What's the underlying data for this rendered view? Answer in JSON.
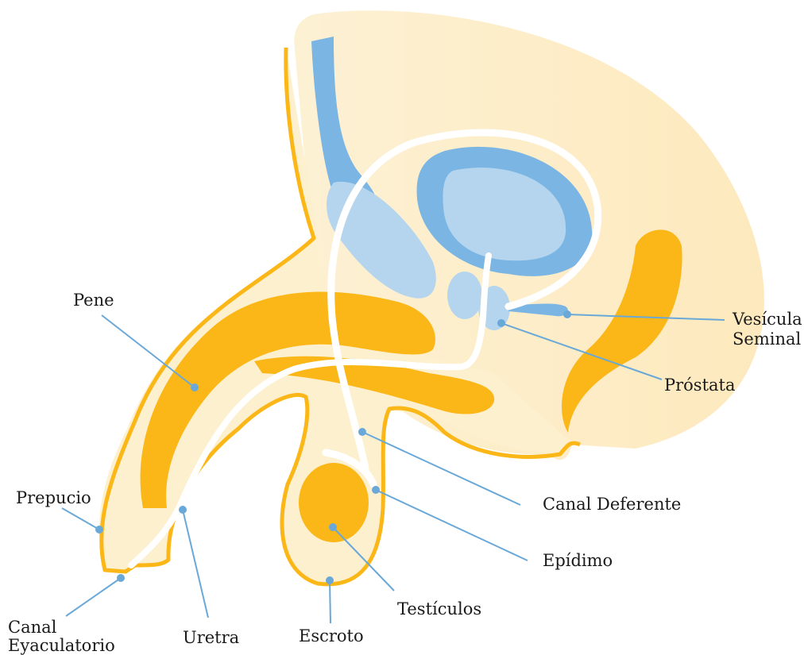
{
  "diagram": {
    "colors": {
      "skin_light": "#fdf1d4",
      "skin_fill": "#fde9bd",
      "outline": "#fbb717",
      "tissue": "#fbb717",
      "blue_dark": "#7ab5e3",
      "blue_light": "#b5d5ee",
      "duct": "#ffffff",
      "leader": "#6aa8d8"
    },
    "labels": {
      "pene": "Pene",
      "vesicula_1": "Vesícula",
      "vesicula_2": "Seminal",
      "prostata": "Próstata",
      "canal_deferente": "Canal Deferente",
      "epidimo": "Epídimo",
      "testiculos": "Testículos",
      "escroto": "Escroto",
      "uretra": "Uretra",
      "canal_eyac_1": "Canal",
      "canal_eyac_2": "Eyaculatorio",
      "prepucio": "Prepucio"
    }
  }
}
